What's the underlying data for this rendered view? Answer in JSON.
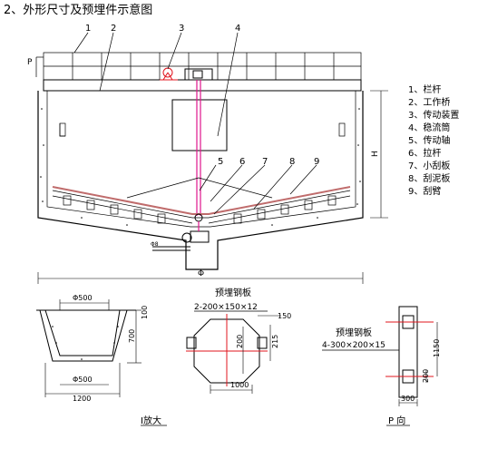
{
  "title": "2、外形尺寸及预埋件示意图",
  "callouts": [
    "1",
    "2",
    "3",
    "4",
    "5",
    "6",
    "7",
    "8",
    "9"
  ],
  "legend": [
    {
      "num": "1、",
      "label": "栏杆"
    },
    {
      "num": "2、",
      "label": "工作桥"
    },
    {
      "num": "3、",
      "label": "传动装置"
    },
    {
      "num": "4、",
      "label": "稳流筒"
    },
    {
      "num": "5、",
      "label": "传动轴"
    },
    {
      "num": "6、",
      "label": "拉杆"
    },
    {
      "num": "7、",
      "label": "小刮板"
    },
    {
      "num": "8、",
      "label": "刮泥板"
    },
    {
      "num": "9、",
      "label": "刮臂"
    }
  ],
  "main_labels": {
    "P": "P",
    "H": "H",
    "diameter": "Φ",
    "small_dia": "Φ8"
  },
  "detail_I": {
    "top_dia": "Φ500",
    "bottom_dia": "Φ500",
    "width": "1200",
    "height_700": "700",
    "height_100": "100",
    "caption": "I放大"
  },
  "detail_plate": {
    "title": "预埋钢板",
    "spec": "2-200×150×12",
    "dim_150": "150",
    "dim_200": "200",
    "dim_215": "215",
    "dim_1000": "1000"
  },
  "detail_P": {
    "title": "预埋钢板",
    "spec": "4-300×200×15",
    "dim_1150": "1150",
    "dim_200": "200",
    "dim_300": "300",
    "caption": "P 向"
  },
  "colors": {
    "red": "#e0141e",
    "magenta": "#e0148c",
    "arm": "#c06c6c"
  }
}
